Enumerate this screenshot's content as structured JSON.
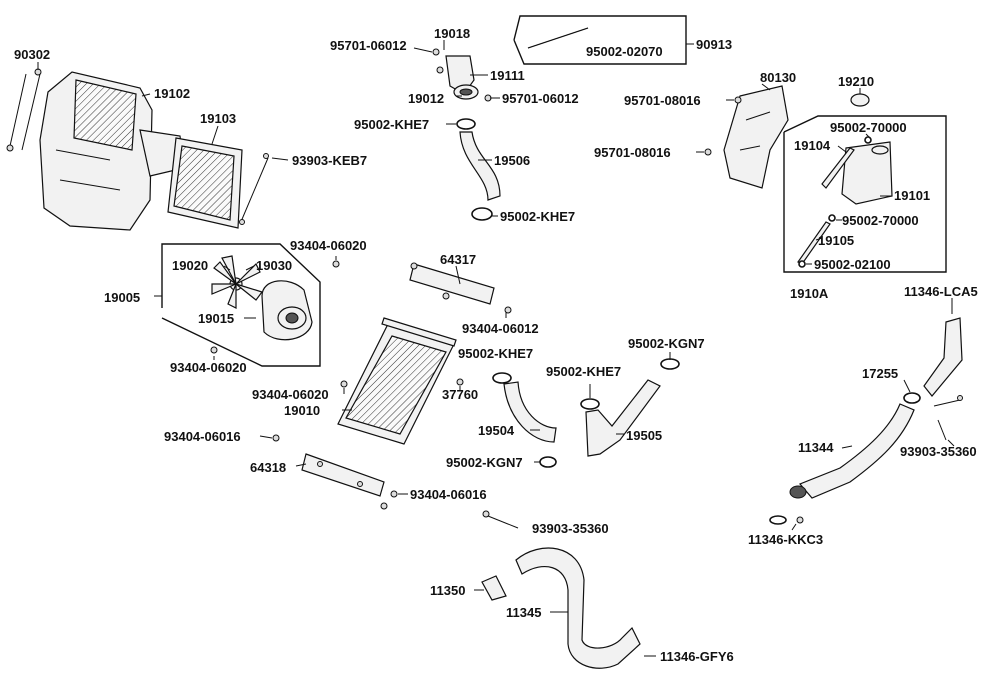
{
  "diagram": {
    "labels": {
      "p90302": "90302",
      "p19102": "19102",
      "p19103": "19103",
      "p93903_keb7": "93903-KEB7",
      "p95701_06012_a": "95701-06012",
      "p19018": "19018",
      "p19111": "19111",
      "p19012": "19012",
      "p95701_06012_b": "95701-06012",
      "p95002_02070": "95002-02070",
      "p90913": "90913",
      "p80130": "80130",
      "p19210": "19210",
      "p95701_08016_a": "95701-08016",
      "p95701_08016_b": "95701-08016",
      "p95002_70000_a": "95002-70000",
      "p19104": "19104",
      "p19101": "19101",
      "p95002_70000_b": "95002-70000",
      "p19105": "19105",
      "p95002_02100": "95002-02100",
      "p1910a": "1910A",
      "p95002_khe7_a": "95002-KHE7",
      "p19506": "19506",
      "p95002_khe7_b": "95002-KHE7",
      "p93404_06020_a": "93404-06020",
      "p19020": "19020",
      "p19030": "19030",
      "p19005": "19005",
      "p19015": "19015",
      "p93404_06020_b": "93404-06020",
      "p64317": "64317",
      "p93404_06012": "93404-06012",
      "p95002_khe7_c": "95002-KHE7",
      "p95002_kgn7_a": "95002-KGN7",
      "p95002_khe7_d": "95002-KHE7",
      "p93404_06020_c": "93404-06020",
      "p37760": "37760",
      "p19010": "19010",
      "p19504": "19504",
      "p19505": "19505",
      "p95002_kgn7_b": "95002-KGN7",
      "p93404_06016_a": "93404-06016",
      "p64318": "64318",
      "p93404_06016_b": "93404-06016",
      "p93903_35360_a": "93903-35360",
      "p11346_lca5": "11346-LCA5",
      "p17255": "17255",
      "p11344": "11344",
      "p93903_35360_b": "93903-35360",
      "p11346_kkc3": "11346-KKC3",
      "p11350": "11350",
      "p11345": "11345",
      "p11346_gfy6": "11346-GFY6"
    }
  }
}
